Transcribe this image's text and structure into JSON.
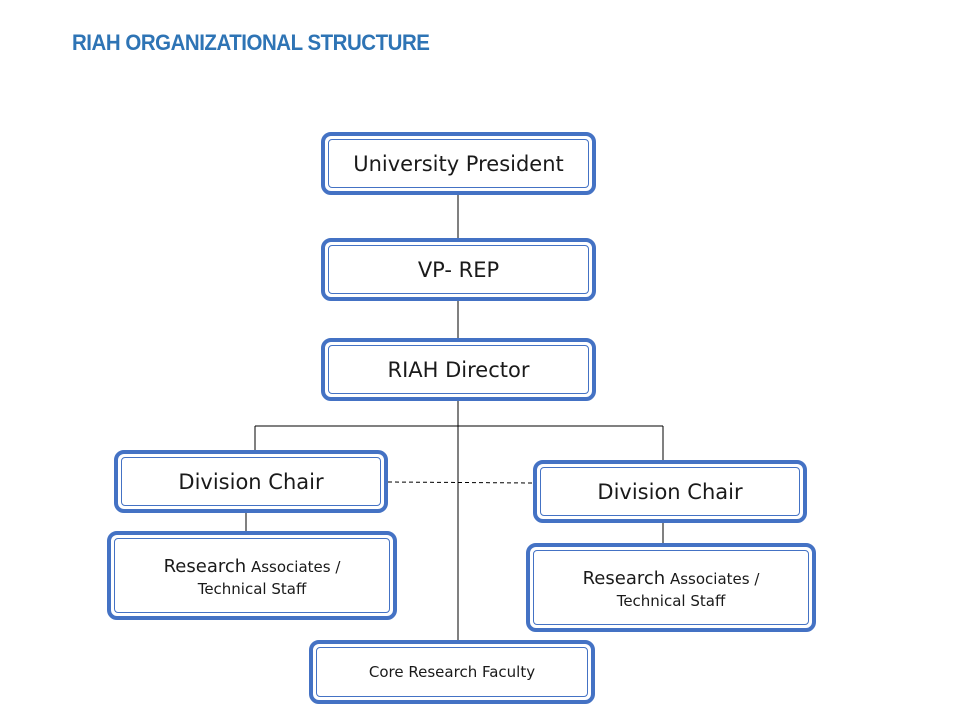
{
  "title": "RIAH ORGANIZATIONAL STRUCTURE",
  "nodes": {
    "president": "University President",
    "vp": "VP- REP",
    "director": "RIAH Director",
    "chair_left": "Division Chair",
    "chair_right": "Division Chair",
    "ra_left": {
      "word": "Research",
      "rest1": " Associates /",
      "line2": "Technical Staff"
    },
    "ra_right": {
      "word": "Research",
      "rest1": " Associates /",
      "line2": "Technical Staff"
    },
    "core": "Core Research Faculty"
  },
  "colors": {
    "title": "#2E74B5",
    "border": "#4472C4",
    "line": "#000000"
  }
}
